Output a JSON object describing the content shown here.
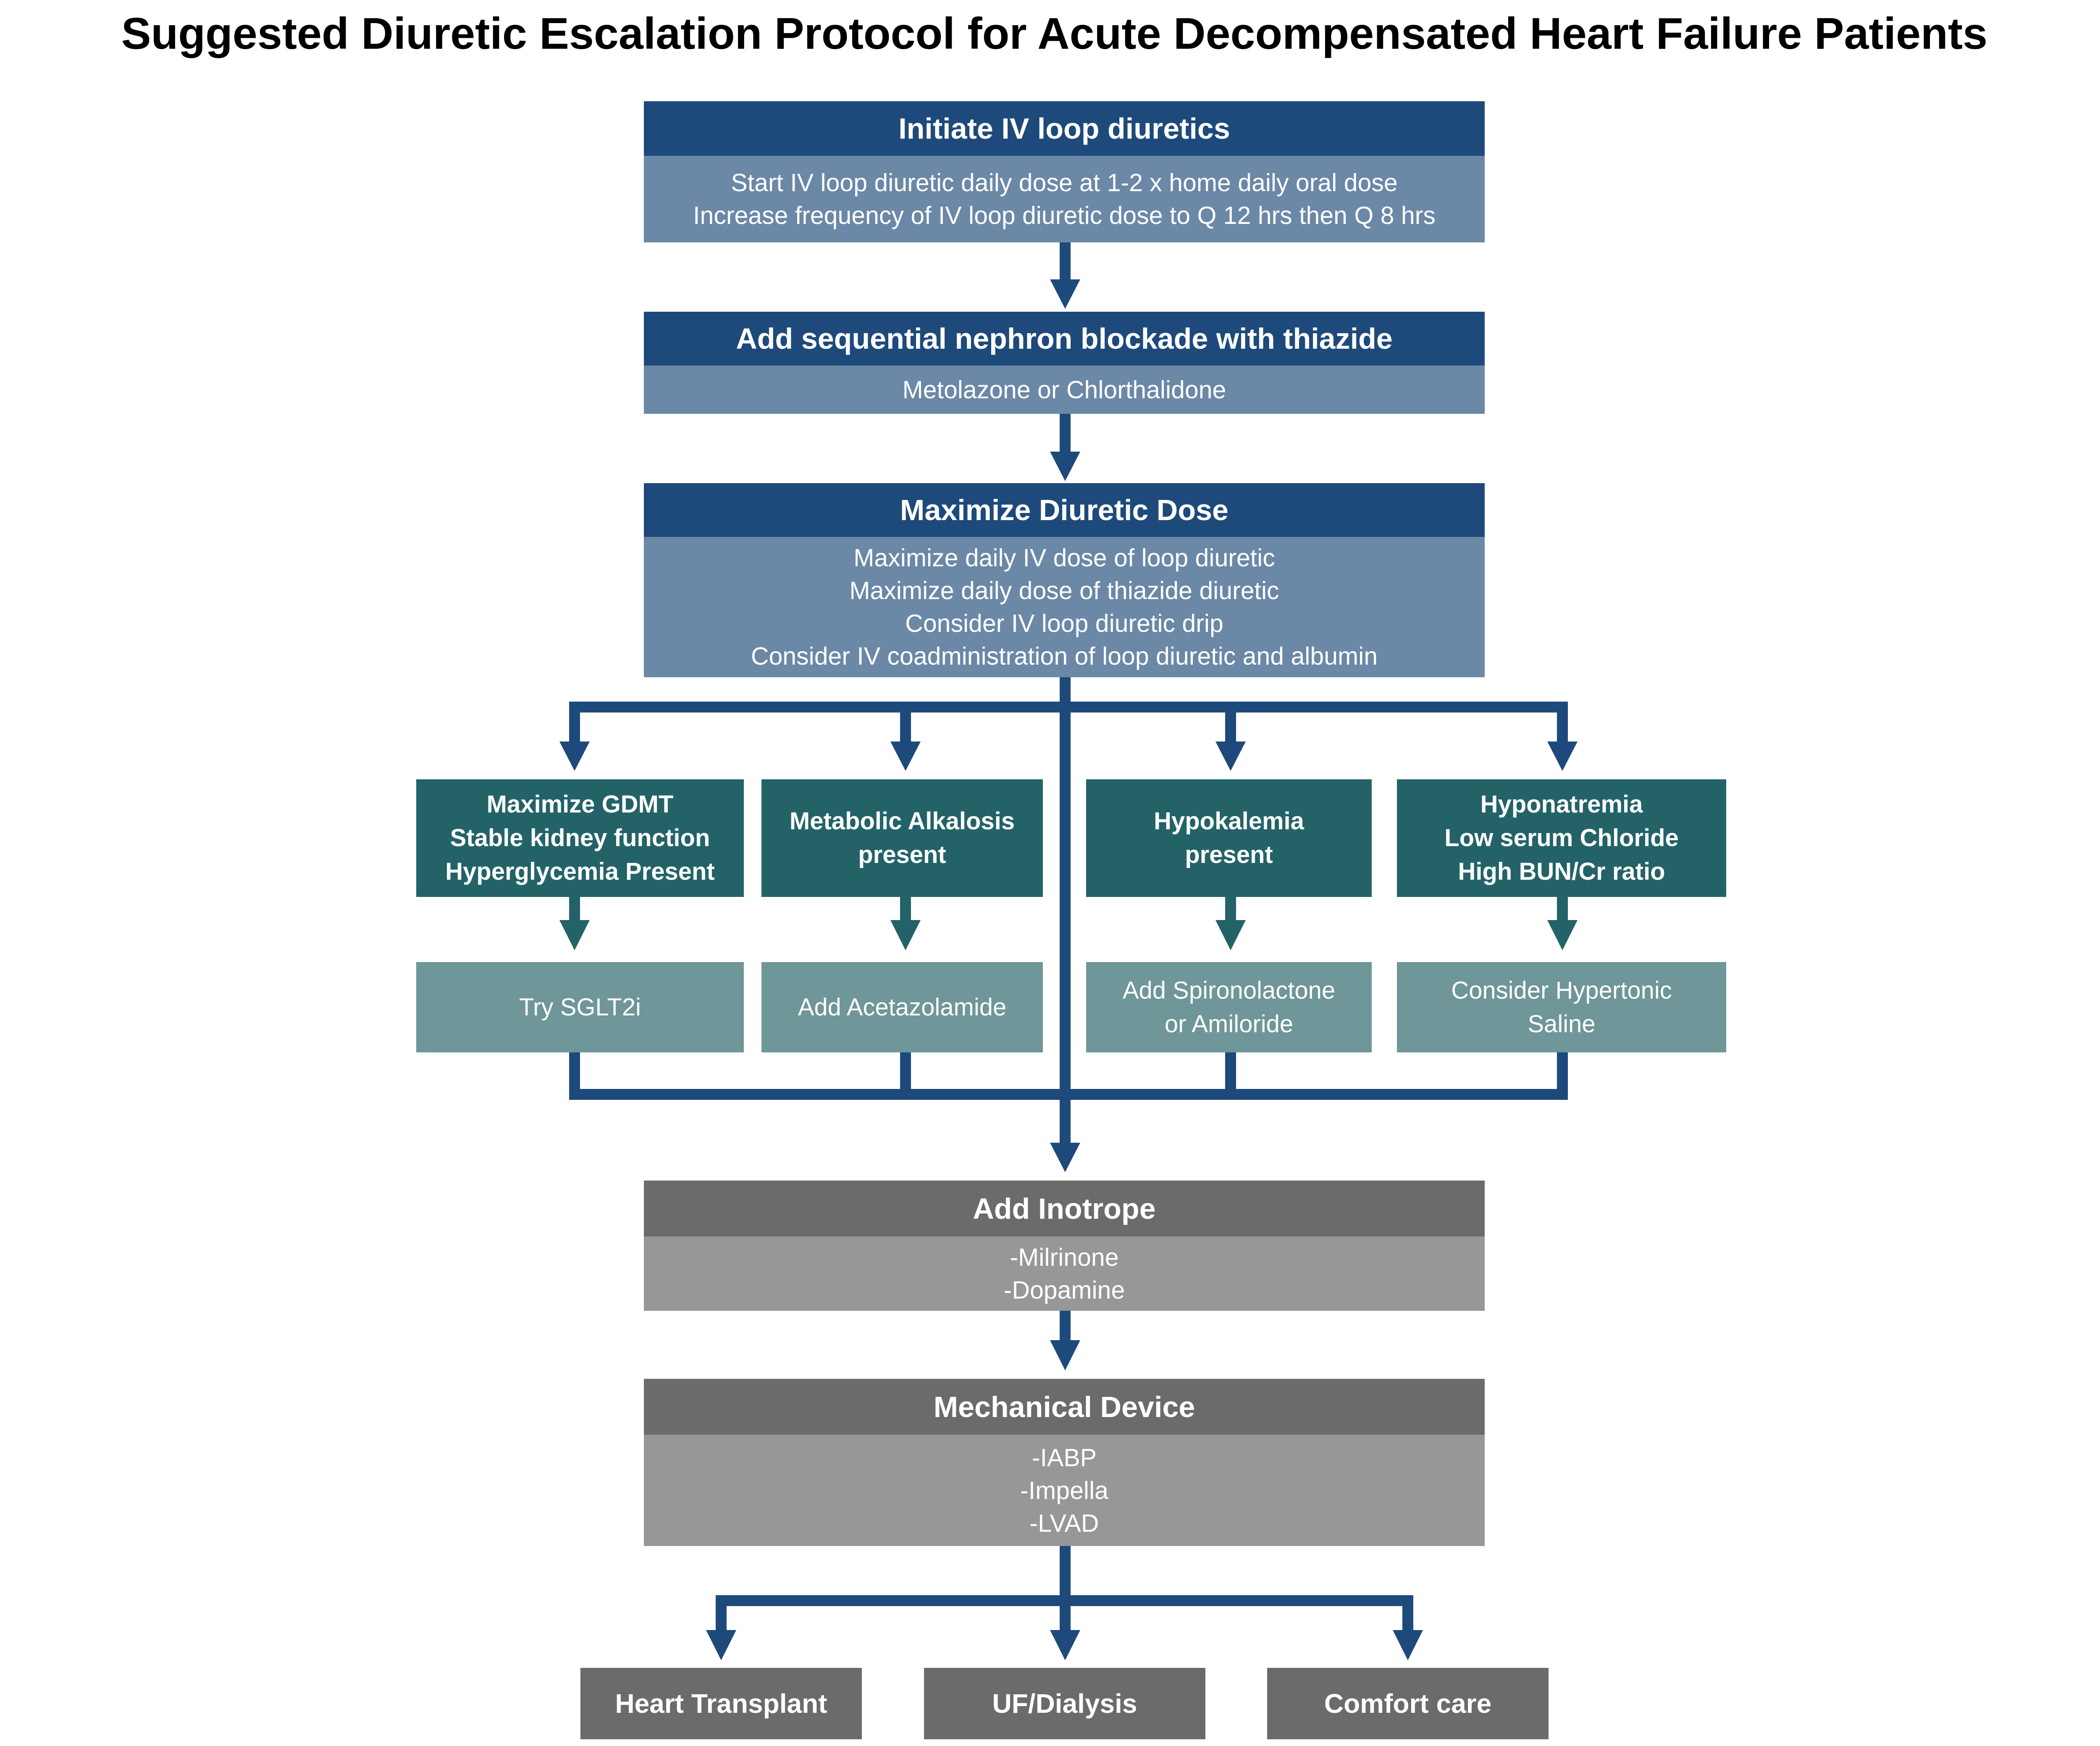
{
  "title": "Suggested Diuretic Escalation Protocol for Acute Decompensated Heart Failure Patients",
  "colors": {
    "primary_header": "#1e4a7b",
    "primary_body": "#6b88a6",
    "condition": "#236368",
    "action": "#6f9699",
    "advanced_header": "#6b6b6b",
    "advanced_body": "#979797",
    "arrow_blue": "#1e4a7b",
    "arrow_teal": "#236368"
  },
  "steps": [
    {
      "header": "Initiate IV loop diuretics",
      "lines": [
        "Start IV loop diuretic daily dose at 1-2 x home daily oral dose",
        "Increase frequency of IV loop diuretic dose to Q 12 hrs then Q 8 hrs"
      ]
    },
    {
      "header": "Add sequential nephron blockade with thiazide",
      "lines": [
        "Metolazone or Chlorthalidone"
      ]
    },
    {
      "header": "Maximize Diuretic Dose",
      "lines": [
        "Maximize daily IV dose of loop diuretic",
        "Maximize daily dose of thiazide diuretic",
        "Consider IV loop diuretic drip",
        "Consider IV coadministration of loop diuretic and albumin"
      ]
    }
  ],
  "branches": [
    {
      "condition": [
        "Maximize GDMT",
        "Stable kidney function",
        "Hyperglycemia Present"
      ],
      "action": [
        "Try SGLT2i"
      ]
    },
    {
      "condition": [
        "Metabolic Alkalosis",
        "present"
      ],
      "action": [
        "Add Acetazolamide"
      ]
    },
    {
      "condition": [
        "Hypokalemia",
        "present"
      ],
      "action": [
        "Add Spironolactone",
        "or Amiloride"
      ]
    },
    {
      "condition": [
        "Hyponatremia",
        "Low serum Chloride",
        "High BUN/Cr ratio"
      ],
      "action": [
        "Consider Hypertonic",
        "Saline"
      ]
    }
  ],
  "advanced": [
    {
      "header": "Add Inotrope",
      "lines": [
        "-Milrinone",
        "-Dopamine"
      ]
    },
    {
      "header": "Mechanical Device",
      "lines": [
        "-IABP",
        "-Impella",
        "-LVAD"
      ]
    }
  ],
  "outcomes": [
    "Heart Transplant",
    "UF/Dialysis",
    "Comfort care"
  ]
}
